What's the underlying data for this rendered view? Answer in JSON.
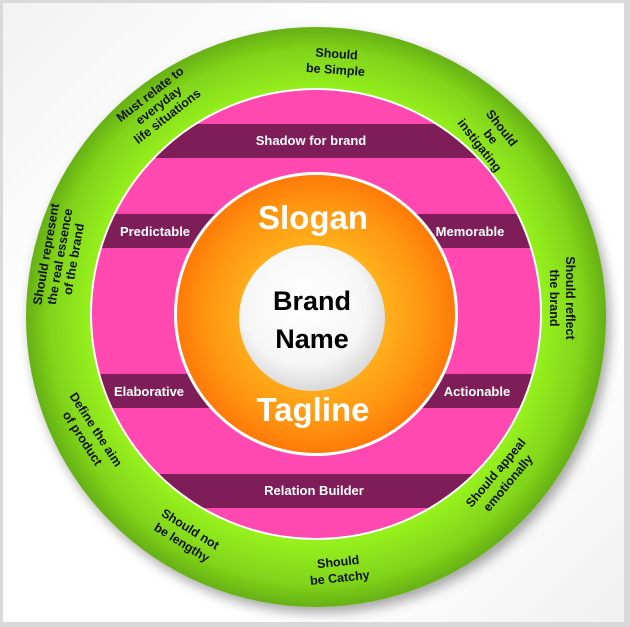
{
  "colors": {
    "outer_ring": "#7ed321",
    "outer_ring_light": "#96f01c",
    "middle_ring": "#ff48b0",
    "band": "#7f1d58",
    "inner_ring": "#ff8a0c",
    "inner_ring_light": "#ffb020",
    "core": "#ffffff"
  },
  "core": {
    "line1": "Brand",
    "line2": "Name"
  },
  "inner_ring": {
    "top": "Slogan",
    "bottom": "Tagline"
  },
  "bands": {
    "top": "Shadow for brand",
    "upper_left": "Predictable",
    "upper_right": "Memorable",
    "lower_left": "Elaborative",
    "lower_right": "Actionable",
    "bottom": "Relation Builder"
  },
  "outer_ring_items": [
    {
      "lines": [
        "Should",
        "be Simple"
      ]
    },
    {
      "lines": [
        "Should",
        "be",
        "instigating"
      ]
    },
    {
      "lines": [
        "Should reflect",
        "the brand"
      ]
    },
    {
      "lines": [
        "Should appeal",
        "emotionally"
      ]
    },
    {
      "lines": [
        "Should",
        "be Catchy"
      ]
    },
    {
      "lines": [
        "Should not",
        "be lengthy"
      ]
    },
    {
      "lines": [
        "Define the aim",
        "of product"
      ]
    },
    {
      "lines": [
        "Should represent",
        "the real essence",
        "of the brand"
      ]
    },
    {
      "lines": [
        "Must relate to",
        "everyday",
        "life situations"
      ]
    }
  ]
}
